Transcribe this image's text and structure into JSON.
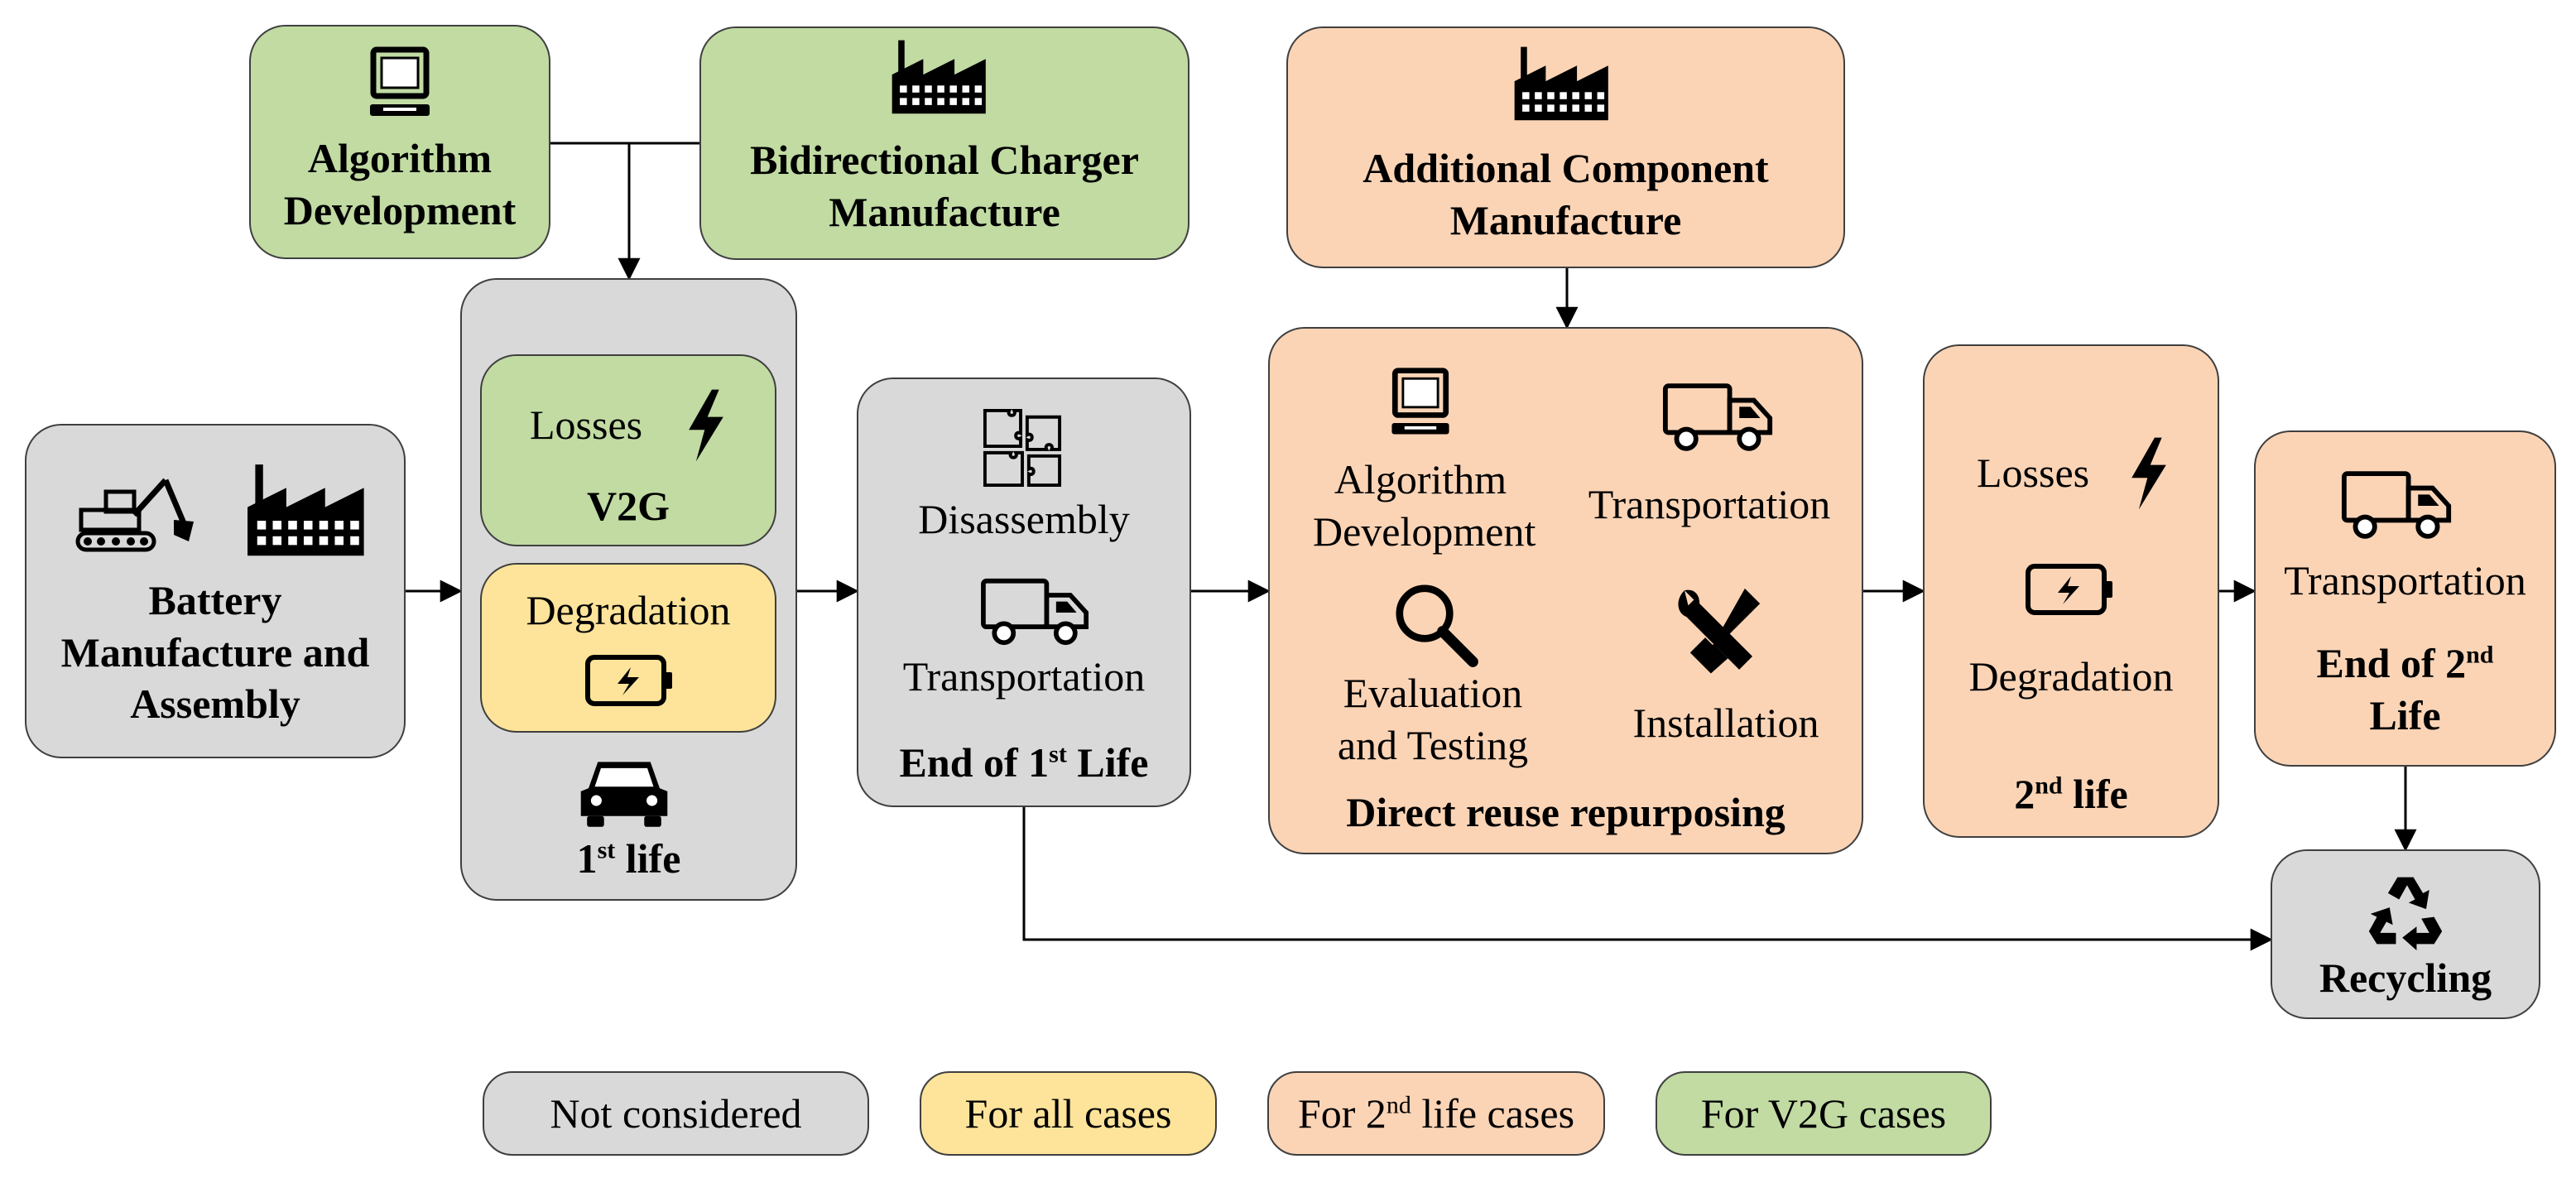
{
  "nodes": {
    "algorithm_dev_top": {
      "line1": "Algorithm",
      "line2": "Development"
    },
    "bidirectional_charger": {
      "line1": "Bidirectional Charger",
      "line2": "Manufacture"
    },
    "additional_component": {
      "line1": "Additional Component",
      "line2": "Manufacture"
    },
    "battery_manufacture": {
      "line1": "Battery",
      "line2": "Manufacture and",
      "line3": "Assembly"
    },
    "first_life": {
      "losses": "Losses",
      "v2g": "V2G",
      "degradation": "Degradation",
      "label_num": "1",
      "label_sup": "st",
      "label_rest": " life"
    },
    "end_first_life": {
      "disassembly": "Disassembly",
      "transportation": "Transportation",
      "label_pre": "End of 1",
      "label_sup": "st",
      "label_rest": " Life"
    },
    "direct_reuse": {
      "algorithm_line1": "Algorithm",
      "algorithm_line2": "Development",
      "transportation": "Transportation",
      "evaluation_line1": "Evaluation",
      "evaluation_line2": "and Testing",
      "installation": "Installation",
      "label": "Direct reuse repurposing"
    },
    "second_life": {
      "losses": "Losses",
      "degradation": "Degradation",
      "label_num": "2",
      "label_sup": "nd",
      "label_rest": " life"
    },
    "end_second_life": {
      "transportation": "Transportation",
      "label_pre": "End of 2",
      "label_sup": "nd",
      "label_line2": "Life"
    },
    "recycling": {
      "label": "Recycling"
    }
  },
  "legend": {
    "not_considered": "Not considered",
    "all_cases": "For all cases",
    "second_life_pre": "For 2",
    "second_life_sup": "nd",
    "second_life_rest": " life cases",
    "v2g_cases": "For V2G cases"
  },
  "colors": {
    "grey": "#d9d9d9",
    "green": "#c1dba3",
    "peach": "#fbd4b6",
    "yellow": "#fde49a",
    "stroke": "#3f3f3f"
  },
  "icons": [
    "computer-icon",
    "factory-icon",
    "excavator-icon",
    "lightning-icon",
    "battery-icon",
    "car-icon",
    "puzzle-icon",
    "truck-icon",
    "magnifier-icon",
    "tools-icon",
    "recycle-icon"
  ]
}
